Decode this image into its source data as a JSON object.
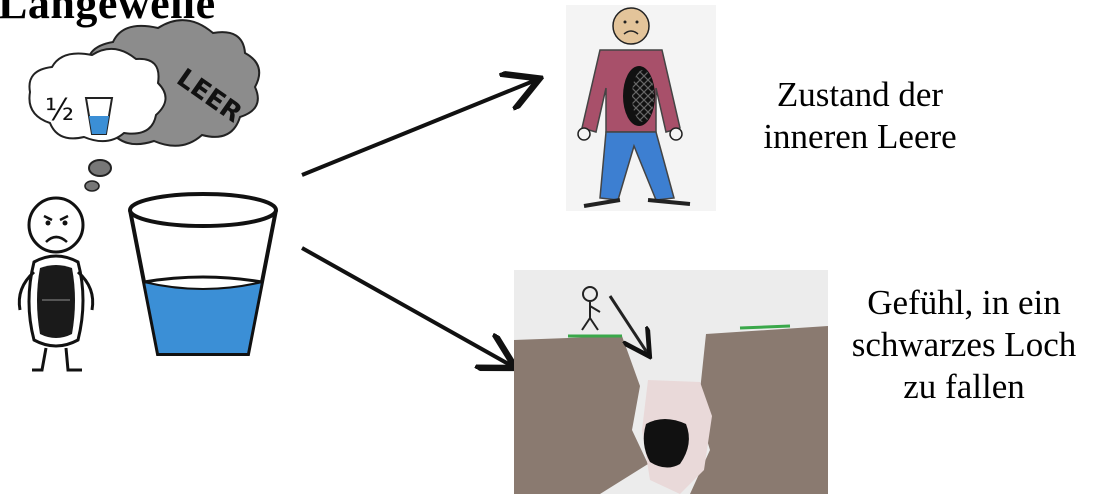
{
  "title": "Langeweile",
  "thought_bubble": {
    "fraction": "½",
    "word": "LEER"
  },
  "captions": {
    "inner_emptiness": [
      "Zustand der",
      "inneren Leere"
    ],
    "black_hole": [
      "Gefühl, in ein",
      "schwarzes Loch",
      "zu fallen"
    ]
  },
  "colors": {
    "water": "#3b8fd6",
    "shirt": "#a8506a",
    "trousers": "#3d7fd1",
    "hole": "#111111",
    "earth": "#8a7a70",
    "grass": "#3aa84a"
  },
  "icons": [
    "sad-face-icon",
    "glass-icon",
    "arrow-icon"
  ]
}
